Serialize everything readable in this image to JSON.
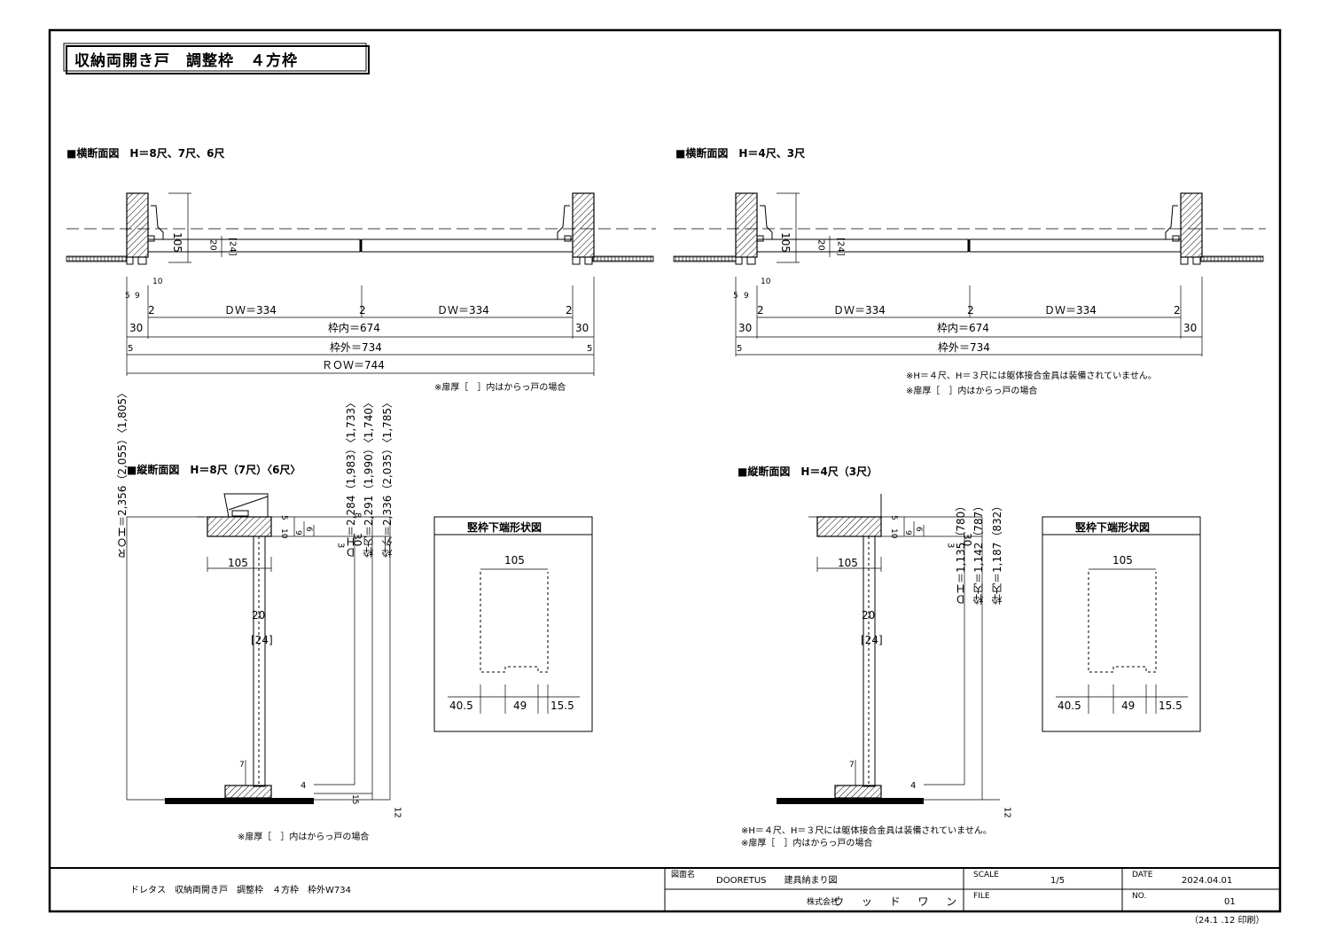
{
  "title": "収納両開き戸　調整枠　４方枠",
  "section_h_large": {
    "heading": "■横断面図　H＝8尺、7尺、6尺",
    "dim_depth": "105",
    "dim_t": "20",
    "dim_t_alt": "[24]",
    "dw_left": "ＤＷ＝334",
    "dw_right": "ＤＷ＝334",
    "gap": "2",
    "inner": "枠内＝674",
    "outer": "枠外＝734",
    "row": "ＲＯＷ＝744",
    "side30": "30",
    "side5": "5",
    "small_10": "10",
    "small_9": "9",
    "small_5": "5",
    "note": "※扉厚［　］内はからっ戸の場合"
  },
  "section_h_small": {
    "heading": "■横断面図　H＝4尺、3尺",
    "dim_depth": "105",
    "dim_t": "20",
    "dim_t_alt": "[24]",
    "dw_left": "ＤＷ＝334",
    "dw_right": "ＤＷ＝334",
    "gap": "2",
    "inner": "枠内＝674",
    "outer": "枠外＝734",
    "side30": "30",
    "side5": "5",
    "small_10": "10",
    "small_9": "9",
    "small_5": "5",
    "note1": "※H＝４尺、H＝３尺には躯体接合金具は装備されていません。",
    "note2": "※扉厚［　］内はからっ戸の場合"
  },
  "section_v_large": {
    "heading": "■縦断面図　H＝8尺（7尺）〈6尺〉",
    "roh": "ＲＯＨ＝2,356（2,055）〈1,805〉",
    "dh": "ＤＨ＝2,284（1,983）〈1,733〉",
    "inner": "枠内＝2,291（1,990）〈1,740〉",
    "outer": "枠外＝2,336（2,035）〈1,785〉",
    "depth": "105",
    "t": "20",
    "t_alt": "[24]",
    "d30": "30",
    "d8": "8",
    "d3": "3",
    "d4": "4",
    "d15": "15",
    "d12": "12",
    "d7": "7",
    "d10": "10",
    "d5": "5",
    "d9": "9",
    "d6": "6",
    "note": "※扉厚［　］内はからっ戸の場合"
  },
  "section_v_small": {
    "heading": "■縦断面図　H＝4尺（3尺）",
    "dh": "ＤＨ＝1,135（780）",
    "inner1": "枠内＝1,142（787）",
    "inner2": "枠内＝1,187（832）",
    "depth": "105",
    "t": "20",
    "t_alt": "[24]",
    "d30": "30",
    "d3": "3",
    "d4": "4",
    "d12": "12",
    "d7": "7",
    "d10": "10",
    "d5": "5",
    "d9": "9",
    "d6": "6",
    "note1": "※H＝４尺、H＝３尺には躯体接合金具は装備されていません。",
    "note2": "※扉厚［　］内はからっ戸の場合"
  },
  "profile_box": {
    "title": "竪枠下端形状図",
    "width": "105",
    "a": "40.5",
    "b": "49",
    "c": "15.5"
  },
  "title_block": {
    "product": "ドレタス　収納両開き戸　調整枠　４方枠　枠外W734",
    "label_drawing": "図面名",
    "drawing_name": "DOORETUS　　建具納まり図",
    "label_scale": "SCALE",
    "scale": "1/5",
    "label_date": "DATE",
    "date": "2024.04.01",
    "company_prefix": "株式会社",
    "company": "ウ ッ ド ワ ン",
    "label_file": "FILE",
    "label_no": "NO.",
    "no": "01",
    "printed": "（24.1 .12 印刷）"
  }
}
